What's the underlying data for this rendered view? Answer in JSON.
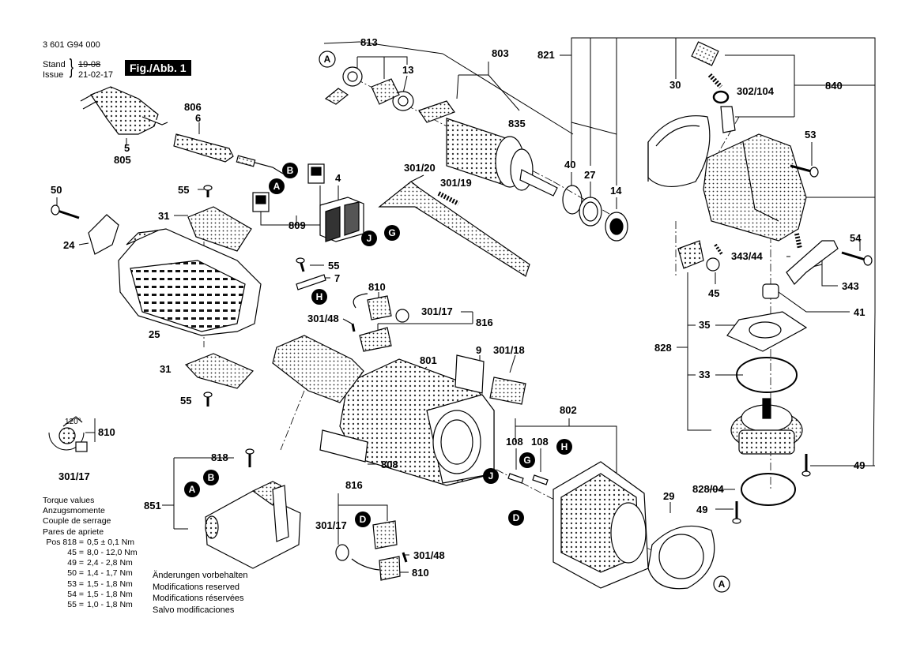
{
  "header": {
    "doc_number": "3 601 G94 000",
    "stand_label": "Stand",
    "issue_label": "Issue",
    "old_date": "19-08",
    "new_date": "21-02-17",
    "fig_label": "Fig./Abb. 1"
  },
  "part_labels": {
    "p813": "813",
    "p803": "803",
    "p821": "821",
    "p840": "840",
    "p13": "13",
    "p835": "835",
    "p30": "30",
    "p302_104": "302/104",
    "p806": "806",
    "p6": "6",
    "p5": "5",
    "p805": "805",
    "p53": "53",
    "p40": "40",
    "p27": "27",
    "p14": "14",
    "p301_20": "301/20",
    "p301_19": "301/19",
    "p4": "4",
    "p50": "50",
    "p55a": "55",
    "p31a": "31",
    "p809": "809",
    "p24": "24",
    "p54": "54",
    "p343_44": "343/44",
    "p343": "343",
    "p45": "45",
    "p41": "41",
    "p55b": "55",
    "p7": "7",
    "p810a": "810",
    "p301_48a": "301/48",
    "p301_17a": "301/17",
    "p816a": "816",
    "p25": "25",
    "p35": "35",
    "p828": "828",
    "p9": "9",
    "p801": "801",
    "p301_18": "301/18",
    "p31b": "31",
    "p33": "33",
    "p55c": "55",
    "p802": "802",
    "p810b": "810",
    "p301_17b": "301/17",
    "p108a": "108",
    "p108b": "108",
    "p818": "818",
    "p808": "808",
    "p49a": "49",
    "p816b": "816",
    "p851": "851",
    "p828_04": "828/04",
    "p29": "29",
    "p49b": "49",
    "p301_17c": "301/17",
    "p301_48b": "301/48",
    "p810c": "810",
    "angle": "120°"
  },
  "connectors": {
    "A": "A",
    "B": "B",
    "D": "D",
    "G": "G",
    "H": "H",
    "J": "J"
  },
  "torque": {
    "title_lines": [
      "Torque values",
      "Anzugsmomente",
      "Couple de serrage",
      "Pares de apriete"
    ],
    "rows": [
      {
        "pos": "Pos 818 =",
        "val": "0,5 ± 0,1 Nm"
      },
      {
        "pos": "45 =",
        "val": "8,0 - 12,0 Nm"
      },
      {
        "pos": "49 =",
        "val": "2,4 - 2,8 Nm"
      },
      {
        "pos": "50 =",
        "val": "1,4 - 1,7 Nm"
      },
      {
        "pos": "53 =",
        "val": "1,5 - 1,8 Nm"
      },
      {
        "pos": "54 =",
        "val": "1,5 - 1,8 Nm"
      },
      {
        "pos": "55 =",
        "val": "1,0 - 1,8 Nm"
      }
    ]
  },
  "modifications": [
    "Änderungen vorbehalten",
    "Modifications reserved",
    "Modifications réservées",
    "Salvo modificaciones"
  ]
}
